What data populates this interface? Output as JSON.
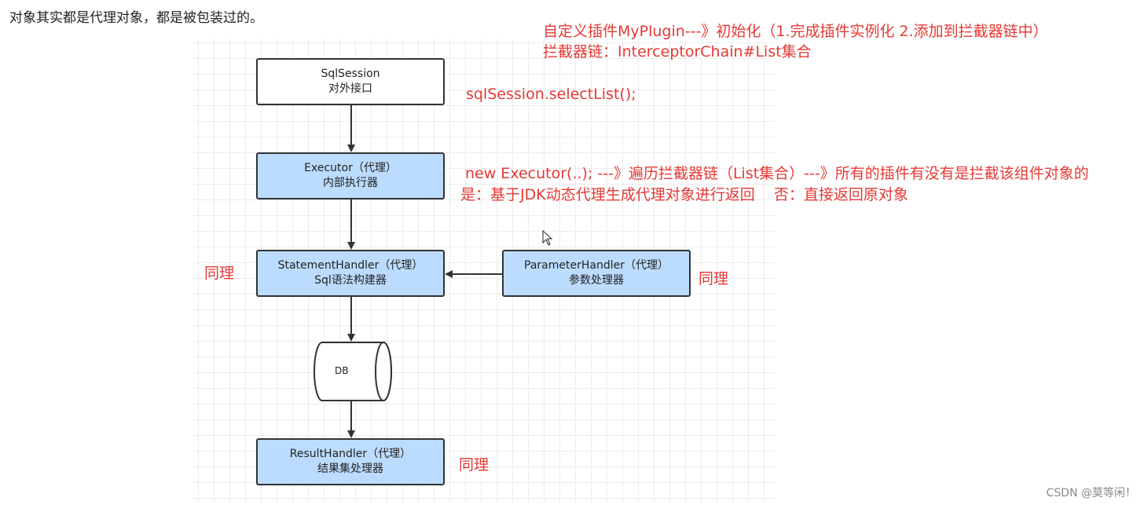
{
  "intro_text": "对象其实都是代理对象，都是被包装过的。",
  "annotations": {
    "plugin_init": "自定义插件MyPlugin---》初始化（1.完成插件实例化 2.添加到拦截器链中）",
    "interceptor_chain": "拦截器链：InterceptorChain#List集合",
    "select_list": "sqlSession.selectList();",
    "new_executor": "new Executor(..); ---》遍历拦截器链（List集合）---》所有的插件有没有是拦截该组件对象的",
    "yes_no": "是：基于JDK动态代理生成代理对象进行返回    否：直接返回原对象",
    "same_statement": "同理",
    "same_parameter": "同理",
    "same_result": "同理"
  },
  "nodes": {
    "sqlsession": {
      "title": "SqlSession",
      "subtitle": "对外接口"
    },
    "executor": {
      "title": "Executor（代理）",
      "subtitle": "内部执行器"
    },
    "statement": {
      "title": "StatementHandler（代理）",
      "subtitle": "Sql语法构建器"
    },
    "parameter": {
      "title": "ParameterHandler（代理）",
      "subtitle": "参数处理器"
    },
    "db": {
      "title": "DB"
    },
    "result": {
      "title": "ResultHandler（代理）",
      "subtitle": "结果集处理器"
    }
  },
  "colors": {
    "annotation_red": "#e53935",
    "node_blue": "#bcdcff",
    "node_border": "#333333"
  },
  "watermark": "CSDN @莫等闲！"
}
